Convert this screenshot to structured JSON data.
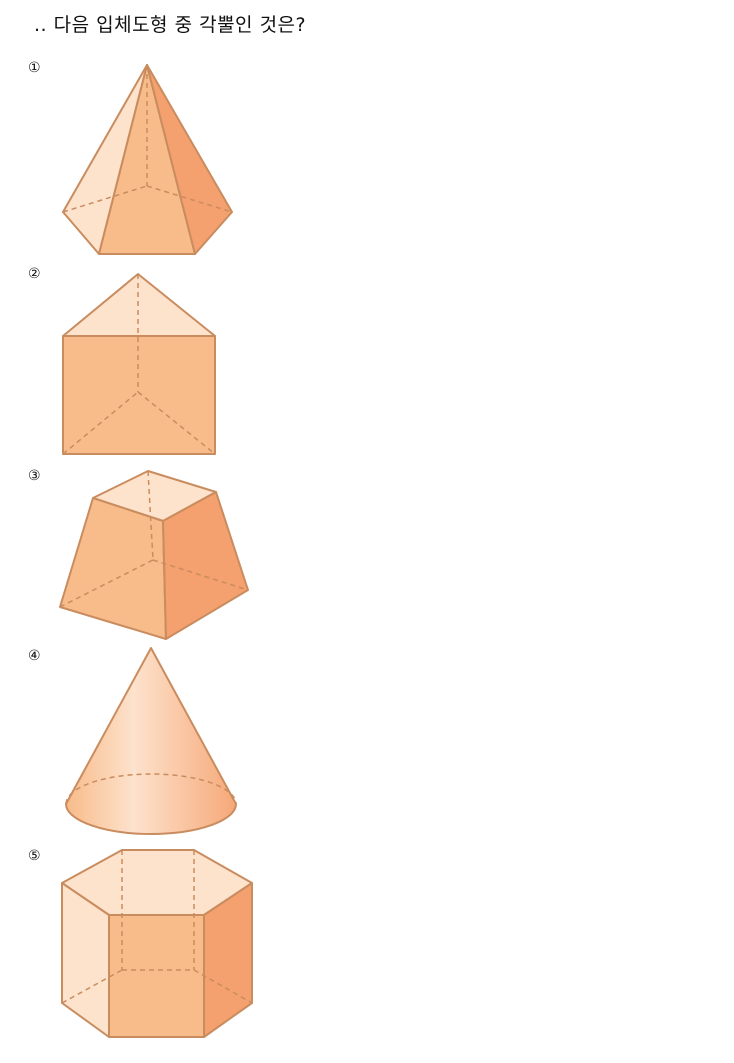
{
  "question": {
    "text": ".. 다음 입체도형 중 각뿔인 것은?"
  },
  "options": [
    {
      "marker": "①",
      "shape": "pentagonal-pyramid"
    },
    {
      "marker": "②",
      "shape": "triangular-prism"
    },
    {
      "marker": "③",
      "shape": "square-frustum"
    },
    {
      "marker": "④",
      "shape": "cone"
    },
    {
      "marker": "⑤",
      "shape": "hexagonal-prism"
    }
  ],
  "colors": {
    "edge": "#c98c5f",
    "face_light": "#fde2cc",
    "face_mid": "#f8bb8a",
    "face_dark": "#f4a06f"
  }
}
